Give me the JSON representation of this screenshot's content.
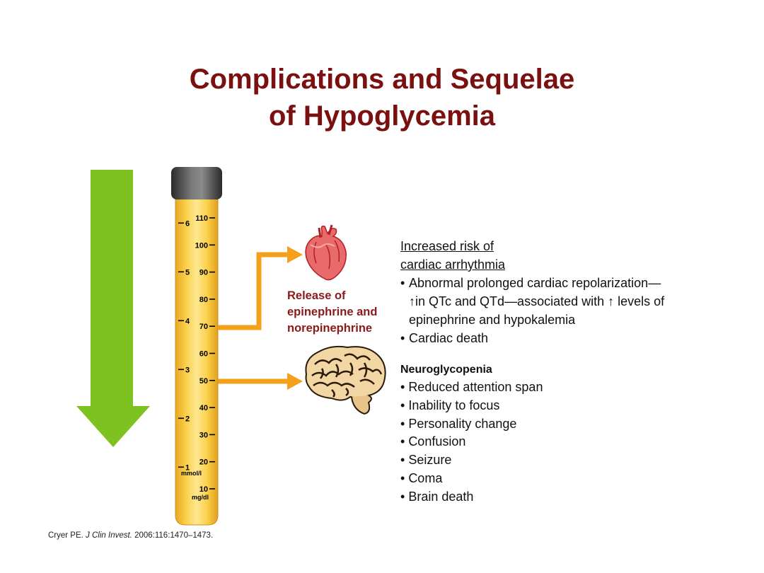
{
  "title": {
    "line1": "Complications and Sequelae",
    "line2": "of Hypoglycemia"
  },
  "colors": {
    "title": "#7b1010",
    "arrow_green": "#7dc21e",
    "arrow_orange": "#f5a01a",
    "tube_yellow": "#f7c83a",
    "release_text": "#8b1a1a"
  },
  "icons": {
    "down_arrow": "green-down-arrow-icon",
    "heart": "heart-icon",
    "brain": "brain-icon"
  },
  "tube": {
    "mg_ticks": [
      "110",
      "100",
      "90",
      "80",
      "70",
      "60",
      "50",
      "40",
      "30",
      "20",
      "10"
    ],
    "mmol_ticks": [
      "6",
      "5",
      "4",
      "3",
      "2",
      "1"
    ],
    "mmol_unit": "mmol/l",
    "mg_unit": "mg/dl"
  },
  "release": {
    "line1": "Release of",
    "line2": "epinephrine and",
    "line3": "norepinephrine"
  },
  "cardiac": {
    "heading_line1": "Increased risk of",
    "heading_line2": "cardiac arrhythmia",
    "bullet1_line1": "Abnormal prolonged cardiac repolarization—",
    "bullet1_line2": "↑in QTc and QTd—associated with ↑ levels of",
    "bullet1_line3": "epinephrine and hypokalemia",
    "bullet2": "Cardiac death"
  },
  "neuro": {
    "heading": "Neuroglycopenia",
    "items": [
      "Reduced attention span",
      "Inability to focus",
      "Personality change",
      "Confusion",
      "Seizure",
      "Coma",
      "Brain death"
    ]
  },
  "citation": {
    "author": "Cryer PE.",
    "journal": "J Clin Invest.",
    "details": "2006:116:1470–1473."
  }
}
